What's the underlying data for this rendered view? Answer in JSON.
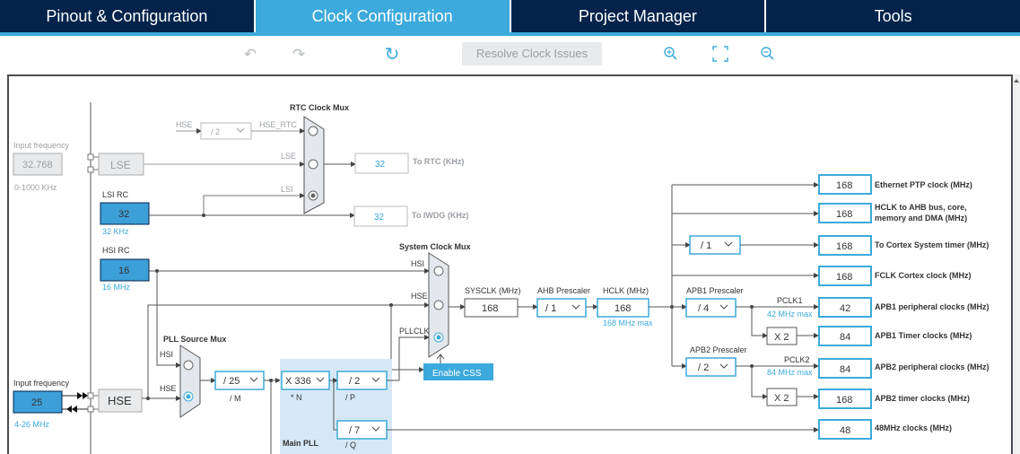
{
  "tabs": [
    {
      "label": "Pinout & Configuration"
    },
    {
      "label": "Clock Configuration"
    },
    {
      "label": "Project Manager"
    },
    {
      "label": "Tools"
    }
  ],
  "toolbar": {
    "resolve_label": "Resolve Clock Issues"
  },
  "rtc": {
    "mux_title": "RTC Clock Mux",
    "hse_label": "HSE",
    "div_value": "/ 2",
    "hse_rtc_label": "HSE_RTC",
    "lse_label": "LSE",
    "lsi_label": "LSI",
    "out_value": "32",
    "out_label": "To RTC (KHz)"
  },
  "iwdg": {
    "out_value": "32",
    "out_label": "To IWDG (KHz)"
  },
  "lse": {
    "freq_title": "Input frequency",
    "freq_value": "32.768",
    "range": "0-1000 KHz",
    "block": "LSE"
  },
  "lsi": {
    "title": "LSI RC",
    "value": "32",
    "unit": "32 KHz"
  },
  "hsi": {
    "title": "HSI RC",
    "value": "16",
    "unit": "16 MHz"
  },
  "hse": {
    "freq_title": "Input frequency",
    "freq_value": "25",
    "range": "4-26 MHz",
    "block": "HSE"
  },
  "pll_mux": {
    "title": "PLL Source Mux",
    "hsi": "HSI",
    "hse": "HSE"
  },
  "pll": {
    "m_value": "/ 25",
    "m_label": "/ M",
    "n_value": "X 336",
    "n_label": "* N",
    "p_value": "/ 2",
    "p_label": "/ P",
    "q_value": "/ 7",
    "q_label": "/ Q",
    "title": "Main PLL"
  },
  "sys_mux": {
    "title": "System Clock Mux",
    "hsi": "HSI",
    "hse": "HSE",
    "pllclk": "PLLCLK",
    "css_button": "Enable CSS"
  },
  "sysclk": {
    "title": "SYSCLK (MHz)",
    "value": "168"
  },
  "ahb": {
    "title": "AHB Prescaler",
    "value": "/ 1"
  },
  "hclk": {
    "title": "HCLK (MHz)",
    "value": "168",
    "max": "168 MHz max"
  },
  "apb1": {
    "title": "APB1 Prescaler",
    "value": "/ 4",
    "pclk": "PCLK1",
    "max": "42 MHz max",
    "mult": "X 2"
  },
  "apb2": {
    "title": "APB2 Prescaler",
    "value": "/ 2",
    "pclk": "PCLK2",
    "max": "84 MHz max",
    "mult": "X 2"
  },
  "cortex_div": "/ 1",
  "outputs": [
    {
      "value": "168",
      "label": "Ethernet PTP clock (MHz)"
    },
    {
      "value": "168",
      "label": "HCLK to AHB bus, core,",
      "label2": "memory and DMA (MHz)"
    },
    {
      "value": "168",
      "label": "To Cortex System timer (MHz)"
    },
    {
      "value": "168",
      "label": "FCLK Cortex clock (MHz)"
    },
    {
      "value": "42",
      "label": "APB1 peripheral clocks (MHz)"
    },
    {
      "value": "84",
      "label": "APB1 Timer clocks (MHz)"
    },
    {
      "value": "84",
      "label": "APB2 peripheral clocks (MHz)"
    },
    {
      "value": "168",
      "label": "APB2 timer clocks (MHz)"
    },
    {
      "value": "48",
      "label": "48MHz clocks (MHz)"
    }
  ],
  "colors": {
    "accent": "#3caadc",
    "navy": "#03234b",
    "fill_blue": "#3c9fd8",
    "pll_bg": "#d6e8f5"
  }
}
